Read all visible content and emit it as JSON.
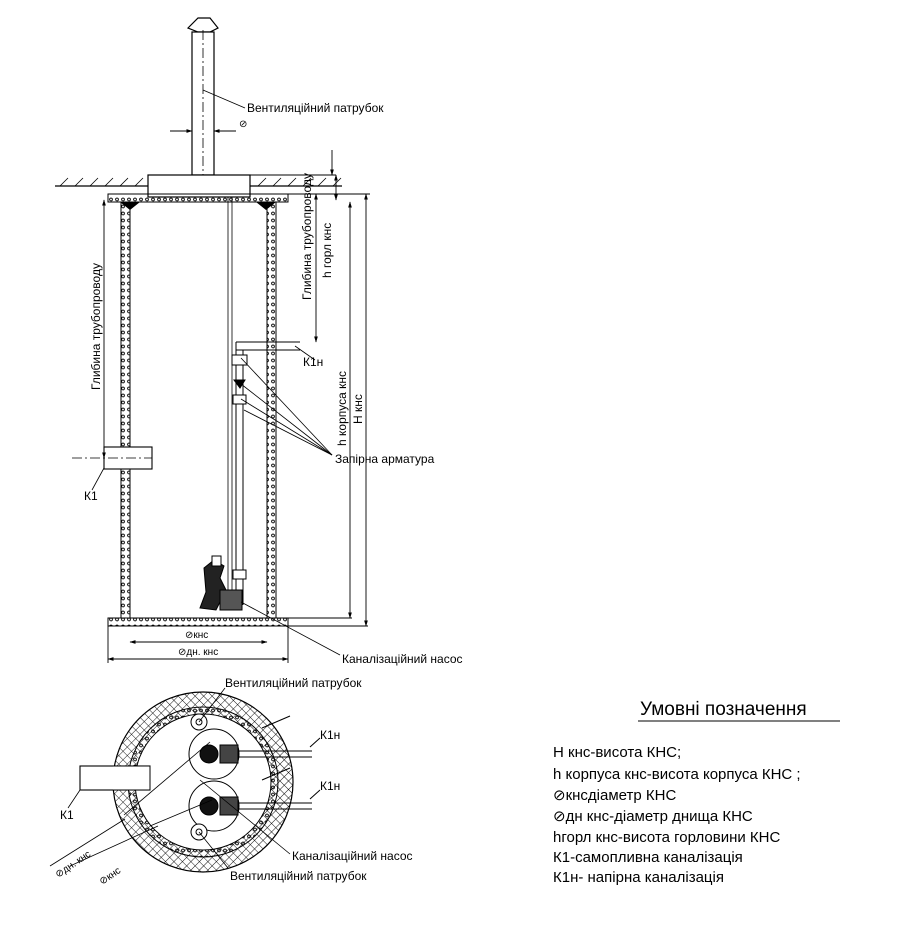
{
  "labels": {
    "vent_top": "Вентиляційний патрубок",
    "diam_symbol": "⊘",
    "k1n_side": "К1н",
    "shutoff": "Запірна арматура",
    "k1_side": "К1",
    "pump_side": "Каналізаційний насос",
    "pipe_depth_left": "Глибина трубопроводу",
    "pipe_depth_right": "Глибина трубопроводу",
    "h_neck": "h горл кнс",
    "h_body": "h корпуса кнс",
    "H_kns": "H кнс",
    "dim_kns": "⊘кнс",
    "dim_dn": "⊘дн. кнс",
    "plan_vent_top": "Вентиляційний патрубок",
    "plan_k1n_top": "К1н",
    "plan_k1n_bottom": "К1н",
    "plan_k1": "К1",
    "plan_dn": "⊘дн. кнс",
    "plan_kns": "⊘кнс",
    "plan_pump": "Каналізаційний насос",
    "plan_vent_bottom": "Вентиляційний патрубок"
  },
  "legend": {
    "title": "Умовні позначення",
    "items": [
      "H кнс-висота КНС;",
      "h корпуса кнс-висота корпуса  КНС ;",
      "⊘кнсдіаметр  КНС",
      "⊘дн  кнс-діаметр днища КНС",
      "hгорл  кнс-висота горловини КНС",
      "К1-самопливна каналізація",
      "К1н- напірна каналізація"
    ]
  }
}
